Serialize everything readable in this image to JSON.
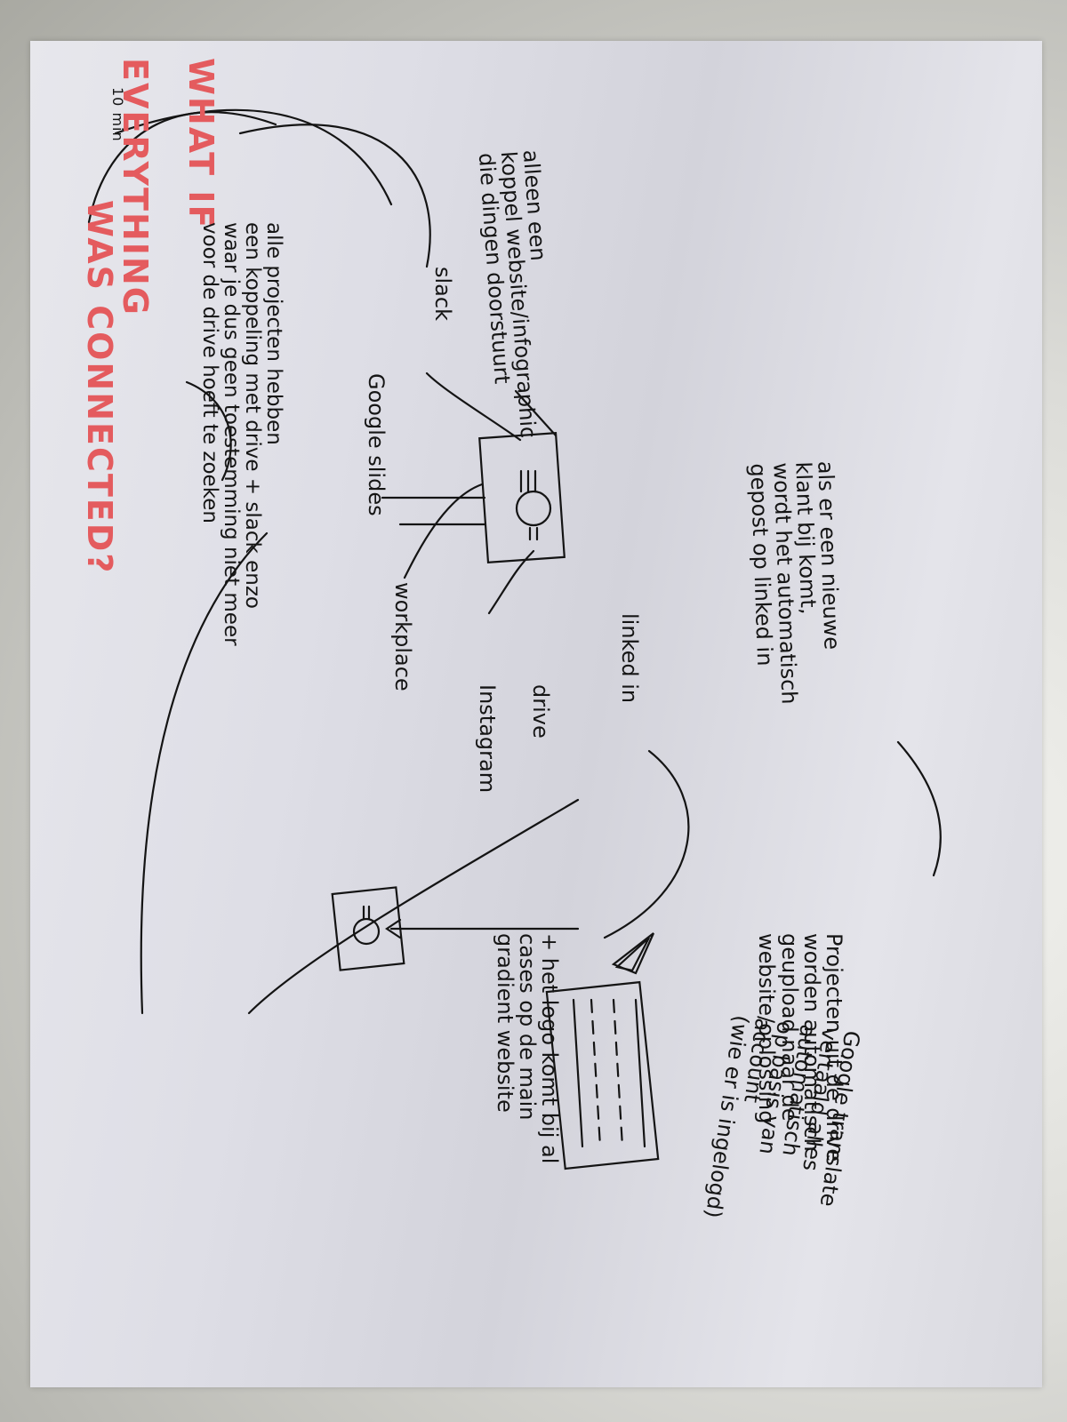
{
  "time_note": "10 min",
  "title": {
    "line1": "WHAT IF",
    "line2_prefix": "EVERYTHING",
    "line2_suffix": "WAS CONNECTED?"
  },
  "central_icon": "logo-icon",
  "spokes": [
    "linked in",
    "drive",
    "Instagram",
    "workplace",
    "Google slides",
    "slack"
  ],
  "ideas": [
    "als er een nieuwe\nklant bij komt,\nwordt het automatisch\ngepost op linked in",
    "alleen een\nkoppel website/infographic\ndie dingen doorstuurt",
    "alle projecten hebben\neen koppeling met drive + slack enzo\nwaar je dus geen toestemming niet meer\nvoor de drive hoeft te zoeken",
    "Projecten uit de drive\nworden automatisch\ngeupload naar de\nwebsite/oplossing",
    "+ het logo komt bij al\ncases op de main\ngradient website",
    "Google translate\nvertaald alles\nautomatisch\nop basis van\naccount\n(wie er is ingelogd)"
  ],
  "sketch_icons": [
    "drive-logo-icon",
    "arrow-right-icon",
    "logo-icon",
    "website-sketch-icon"
  ]
}
